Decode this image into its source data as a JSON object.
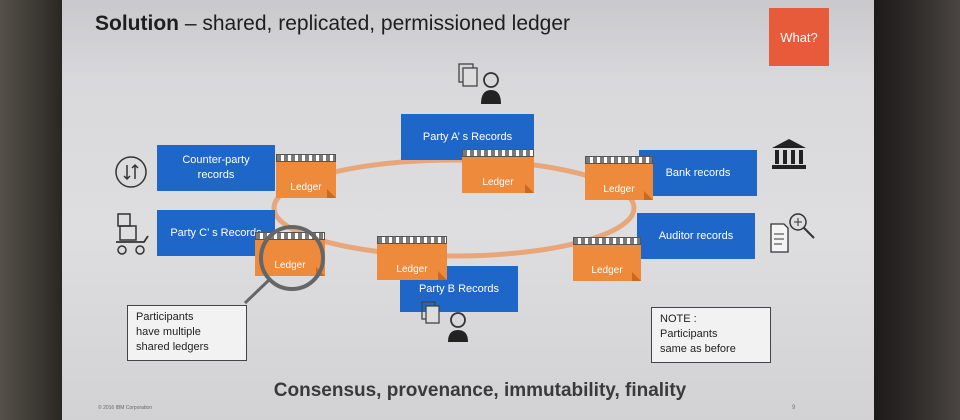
{
  "slide": {
    "title_bold": "Solution",
    "title_rest": " – shared, replicated, permissioned ledger",
    "what_button": "What?",
    "records": {
      "counterparty": "Counter-party records",
      "party_a": "Party A’ s Records",
      "bank": "Bank records",
      "party_c": "Party C’ s Records",
      "auditor": "Auditor records",
      "party_b": "Party B Records"
    },
    "ledger_label": "Ledger",
    "callout_left": [
      "Participants",
      "have multiple",
      "shared ledgers"
    ],
    "callout_right": [
      "NOTE :",
      "Participants",
      "same as before"
    ],
    "footer": "Consensus, provenance, immutability, finality",
    "copyright": "© 2016 IBM Corporation",
    "page_number": "9"
  },
  "icons": [
    "exchange-icon",
    "document-person-icon",
    "bank-icon",
    "cart-icon",
    "document-magnifier-icon",
    "document-person-bottom-icon"
  ],
  "colors": {
    "record_blue": "#1f66c9",
    "ledger_orange": "#ee8a3c",
    "ring_orange": "#e8a77a",
    "what_red": "#e85b3a"
  }
}
